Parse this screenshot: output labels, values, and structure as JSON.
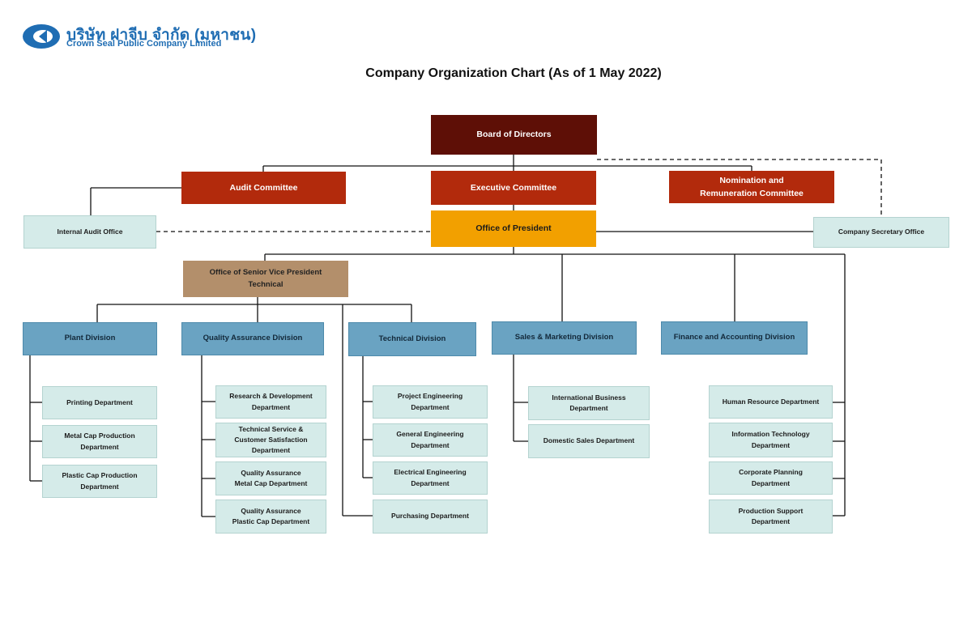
{
  "header": {
    "company_name_thai": "บริษัท ฝาจีบ จำกัด (มหาชน)",
    "company_name_english": "Crown Seal Public Company Limited",
    "logo_icon": "crown-seal-logo-icon",
    "title": "Company Organization Chart (As of 1 May 2022)"
  },
  "colors": {
    "board": "#5e0f06",
    "committee": "#b22a0c",
    "president": "#f2a000",
    "senior_vp": "#b38f6b",
    "division": "#6aa3c2",
    "unit": "#d5ebe9",
    "brand_blue": "#1f6db3"
  },
  "top": {
    "board": "Board of Directors",
    "audit_committee": "Audit Committee",
    "executive_committee": "Executive Committee",
    "nomination_committee": "Nomination and\nRemuneration Committee",
    "internal_audit": "Internal Audit Office",
    "office_of_president": "Office of President",
    "company_secretary": "Company Secretary Office",
    "senior_vp": "Office of Senior Vice President\nTechnical"
  },
  "divisions": {
    "plant": {
      "label": "Plant Division",
      "departments": [
        "Printing Department",
        "Metal Cap Production\nDepartment",
        "Plastic Cap Production\nDepartment"
      ]
    },
    "quality": {
      "label": "Quality Assurance Division",
      "departments": [
        "Research & Development\nDepartment",
        "Technical Service &\nCustomer Satisfaction\nDepartment",
        "Quality Assurance\nMetal Cap Department",
        "Quality Assurance\nPlastic Cap Department"
      ]
    },
    "technical": {
      "label": "Technical Division",
      "departments": [
        "Project Engineering\nDepartment",
        "General Engineering\nDepartment",
        "Electrical Engineering\nDepartment",
        "Purchasing Department"
      ]
    },
    "sales": {
      "label": "Sales & Marketing Division",
      "departments": [
        "International Business\nDepartment",
        "Domestic Sales Department"
      ]
    },
    "finance": {
      "label": "Finance and Accounting Division"
    }
  },
  "president_departments": [
    "Human Resource Department",
    "Information Technology\nDepartment",
    "Corporate Planning\nDepartment",
    "Production Support\nDepartment"
  ]
}
